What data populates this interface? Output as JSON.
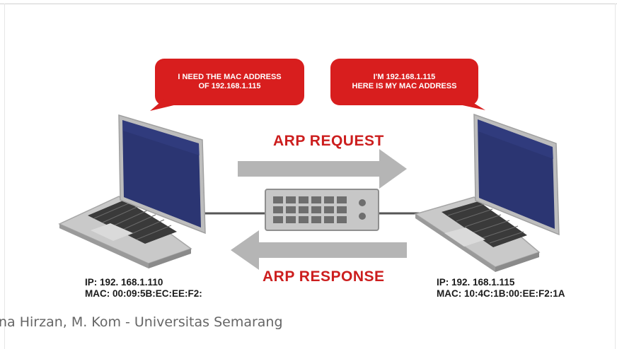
{
  "left_bubble": {
    "line1": "I NEED THE MAC ADDRESS",
    "line2": "OF 192.168.1.115"
  },
  "right_bubble": {
    "line1": "I'M 192.168.1.115",
    "line2": "HERE IS MY MAC ADDRESS"
  },
  "arp_request_label": "ARP REQUEST",
  "arp_response_label": "ARP RESPONSE",
  "left_host": {
    "ip": "IP: 192. 168.1.110",
    "mac": "MAC: 00:09:5B:EC:EE:F2:"
  },
  "right_host": {
    "ip": "IP: 192. 168.1.115",
    "mac": "MAC: 10:4C:1B:00:EE:F2:1A"
  },
  "footer_text": "na Hirzan, M. Kom - Universitas Semarang",
  "colors": {
    "bubble_red": "#d81e1e",
    "label_red": "#cc1e1e",
    "arrow_gray": "#b5b5b5",
    "screen_blue": "#2b3572",
    "laptop_gray": "#c9c9c9"
  }
}
